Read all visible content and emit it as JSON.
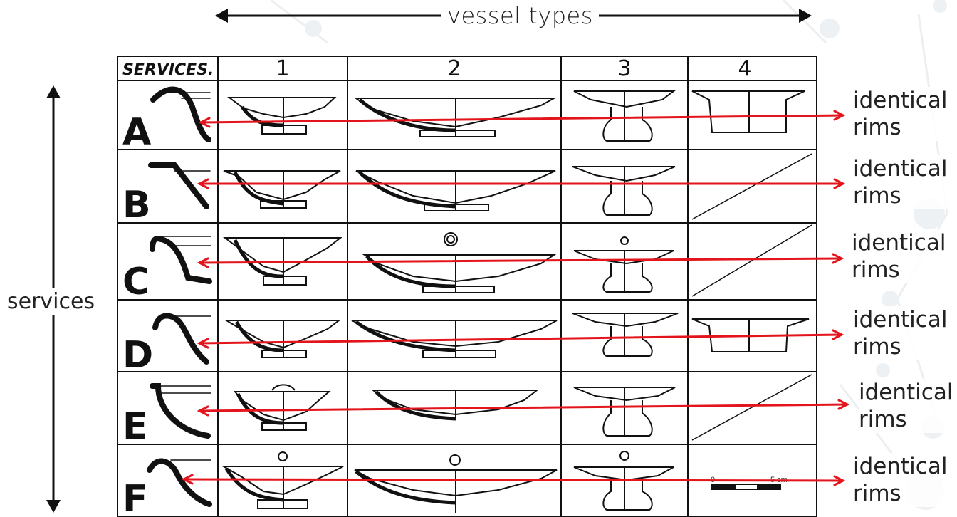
{
  "axes": {
    "top_label": "vessel types",
    "side_label": "services"
  },
  "table": {
    "corner_header": "SERVICES.",
    "columns": [
      "1",
      "2",
      "3",
      "4"
    ],
    "rows": [
      {
        "letter": "A",
        "rim_label": [
          "identical",
          "rims"
        ]
      },
      {
        "letter": "B",
        "rim_label": [
          "identical",
          "rims"
        ]
      },
      {
        "letter": "C",
        "rim_label": [
          "identical",
          "rims"
        ]
      },
      {
        "letter": "D",
        "rim_label": [
          "identical",
          "rims"
        ]
      },
      {
        "letter": "E",
        "rim_label": [
          "identical",
          "rims"
        ]
      },
      {
        "letter": "F",
        "rim_label": [
          "identical",
          "rims"
        ]
      }
    ],
    "scale": {
      "zero": "0",
      "five": "5 cm"
    }
  },
  "colors": {
    "arrow": "#e3141c",
    "ink": "#111111",
    "deco": "#e9ecef"
  }
}
